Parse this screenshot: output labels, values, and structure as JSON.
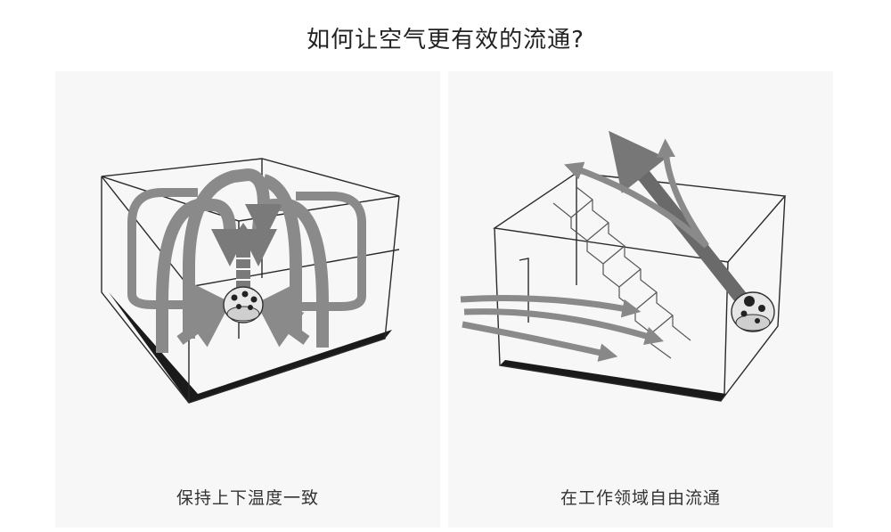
{
  "page": {
    "title": "如何让空气更有效的流通?"
  },
  "panels": [
    {
      "id": "left",
      "caption": "保持上下温度一致",
      "illustration_icon": "room-circulation-icon"
    },
    {
      "id": "right",
      "caption": "在工作领域自由流通",
      "illustration_icon": "staircase-airflow-icon"
    }
  ],
  "colors": {
    "panel_bg": "#f7f7f7",
    "arrow": "#8a8a8a",
    "arrow_dark": "#666666",
    "edge": "#1a1a1a"
  }
}
